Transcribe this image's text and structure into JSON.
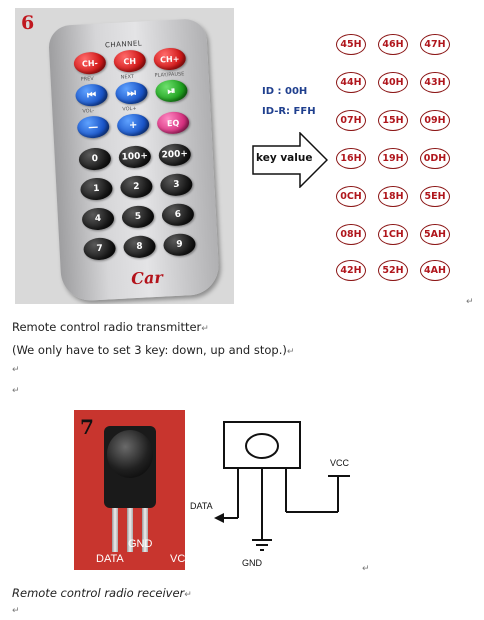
{
  "fig6": {
    "number": "6",
    "remote": {
      "channel_label": "CHANNEL",
      "rows": [
        [
          "CH-",
          "CH",
          "CH+"
        ],
        [
          "⏮",
          "⏭",
          "⏯"
        ],
        [
          "—",
          "+",
          "EQ"
        ],
        [
          "0",
          "100+",
          "200+"
        ],
        [
          "1",
          "2",
          "3"
        ],
        [
          "4",
          "5",
          "6"
        ],
        [
          "7",
          "8",
          "9"
        ]
      ],
      "sublabels": [
        "PREV",
        "NEXT",
        "PLAY/PAUSE",
        "VOL-",
        "VOL+"
      ],
      "logo": "Car"
    },
    "id_line": "ID    : 00H",
    "idr_line": "ID-R: FFH",
    "arrow_label": "key value",
    "codes": [
      [
        "45H",
        "46H",
        "47H"
      ],
      [
        "44H",
        "40H",
        "43H"
      ],
      [
        "07H",
        "15H",
        "09H"
      ],
      [
        "16H",
        "19H",
        "0DH"
      ],
      [
        "0CH",
        "18H",
        "5EH"
      ],
      [
        "08H",
        "1CH",
        "5AH"
      ],
      [
        "42H",
        "52H",
        "4AH"
      ]
    ]
  },
  "text": {
    "transmitter_caption": "Remote control radio transmitter",
    "transmitter_note": "(We only have to set 3 key: down, up and stop.)",
    "receiver_caption": "Remote control radio receiver",
    "return_mark": "↵"
  },
  "fig7": {
    "number": "7",
    "pin_labels": [
      "DATA",
      "GND",
      "VC"
    ],
    "schematic": {
      "data_label": "DATA",
      "vcc_label": "VCC",
      "gnd_label": "GND"
    }
  },
  "colors": {
    "red_button": "#d21a1a",
    "blue_button": "#1a55c8",
    "green_button": "#1fa11f",
    "code_red": "#b0161c",
    "id_blue": "#1f3f8e",
    "pcb_red": "#c8352e"
  }
}
